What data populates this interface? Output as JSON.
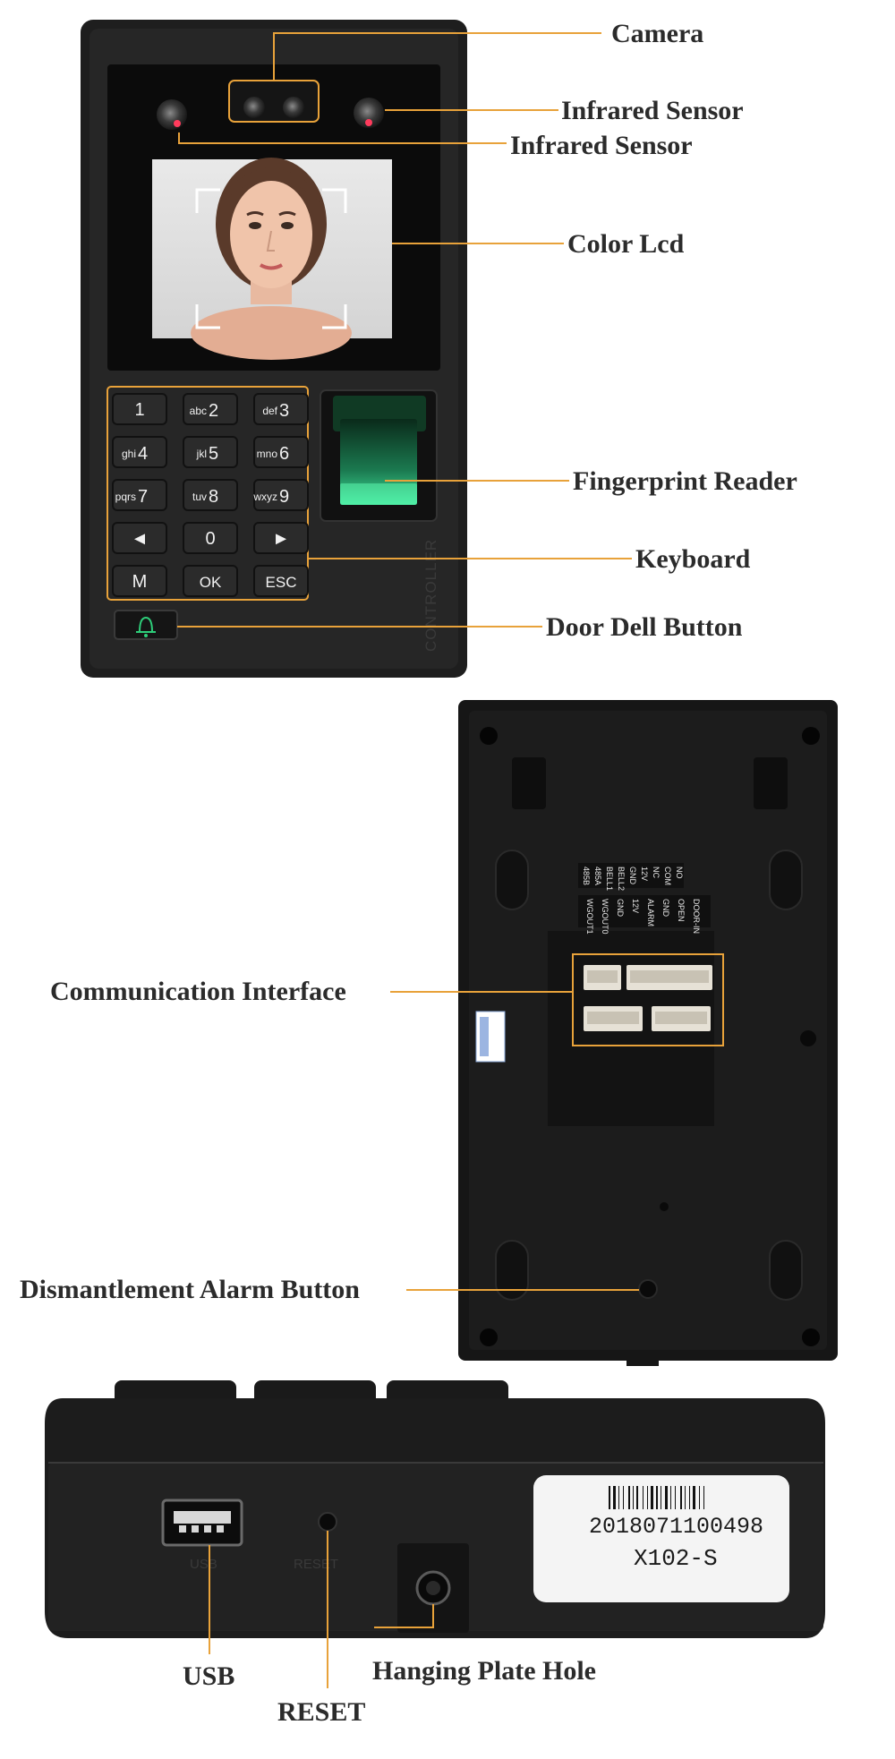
{
  "labels": {
    "camera": "Camera",
    "infrared_sensor_1": "Infrared Sensor",
    "infrared_sensor_2": "Infrared Sensor",
    "color_lcd": "Color Lcd",
    "fingerprint_reader": "Fingerprint Reader",
    "keyboard": "Keyboard",
    "door_bell_button": "Door Dell Button",
    "communication_interface": "Communication Interface",
    "dismantlement_alarm_button": "Dismantlement Alarm Button",
    "usb": "USB",
    "reset": "RESET",
    "hanging_plate_hole": "Hanging Plate Hole"
  },
  "keypad": {
    "keys": [
      {
        "letters": "",
        "digit": "1"
      },
      {
        "letters": "abc",
        "digit": "2"
      },
      {
        "letters": "def",
        "digit": "3"
      },
      {
        "letters": "ghi",
        "digit": "4"
      },
      {
        "letters": "jkl",
        "digit": "5"
      },
      {
        "letters": "mno",
        "digit": "6"
      },
      {
        "letters": "pqrs",
        "digit": "7"
      },
      {
        "letters": "tuv",
        "digit": "8"
      },
      {
        "letters": "wxyz",
        "digit": "9"
      },
      {
        "letters": "",
        "digit": "◄"
      },
      {
        "letters": "",
        "digit": "0"
      },
      {
        "letters": "",
        "digit": "►"
      },
      {
        "letters": "",
        "digit": "M"
      },
      {
        "letters": "",
        "digit": "OK"
      },
      {
        "letters": "",
        "digit": "ESC"
      }
    ]
  },
  "device": {
    "side_text": "CONTROLLER"
  },
  "back_panel": {
    "pins_row1": [
      "485B",
      "485A",
      "BELL1",
      "BELL2",
      "GND",
      "12V",
      "NC",
      "COM",
      "NO"
    ],
    "pins_row2": [
      "WGOUT1",
      "WGOUT0",
      "GND",
      "12V",
      "ALARM",
      "GND",
      "OPEN",
      "DOOR-IN"
    ]
  },
  "side_panel": {
    "usb_print": "USB",
    "reset_print": "RESET",
    "sticker_serial": "2018071100498",
    "sticker_model": "X102-S"
  },
  "colors": {
    "leader": "#e8a23a",
    "device_body": "#1c1c1c",
    "fingerprint_glow": "#3fe09a",
    "label_text": "#2b2b2b"
  }
}
